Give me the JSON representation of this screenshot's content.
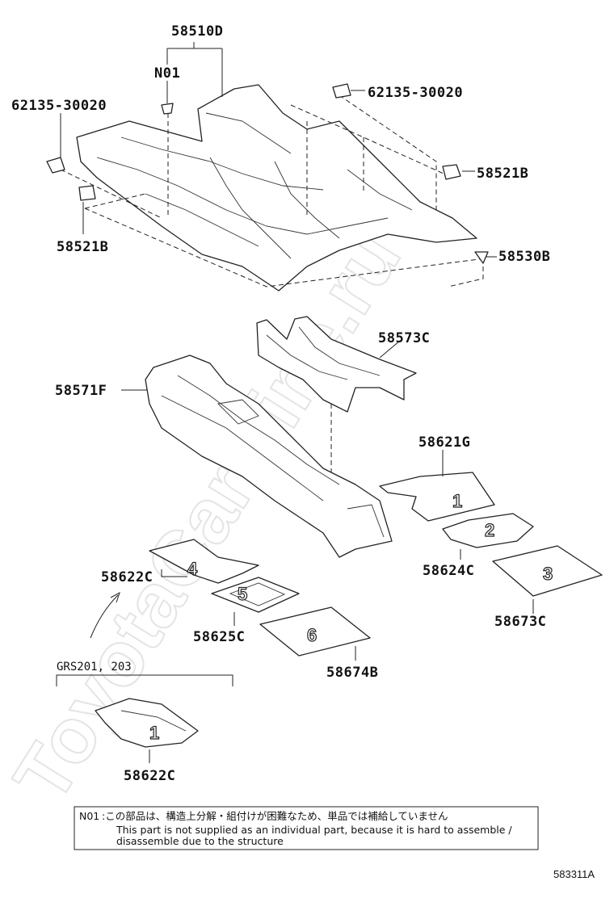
{
  "watermark": "ToyotaCarMine.ru",
  "callouts": {
    "p58510D": "58510D",
    "pN01": "N01",
    "p62135_left": "62135-30020",
    "p62135_right": "62135-30020",
    "p58521B_right": "58521B",
    "p58521B_left": "58521B",
    "p58530B": "58530B",
    "p58573C": "58573C",
    "p58571F": "58571F",
    "p58621G": "58621G",
    "p58622C_top": "58622C",
    "p58624C": "58624C",
    "p58625C": "58625C",
    "p58673C": "58673C",
    "p58674B": "58674B",
    "p58622C_bottom": "58622C"
  },
  "variant_label": "GRS201, 203",
  "mat_numbers": {
    "m1": "1",
    "m2": "2",
    "m3": "3",
    "m4": "4",
    "m5": "5",
    "m6": "6",
    "m7": "1"
  },
  "note": {
    "code": "N01",
    "line_jp": ":この部品は、構造上分解・組付けが困難なため、単品では補給していません",
    "line_en1": "This part is not supplied as an individual part, because it is hard to assemble /",
    "line_en2": "disassemble due to the structure"
  },
  "diagram_ref": "583311A"
}
